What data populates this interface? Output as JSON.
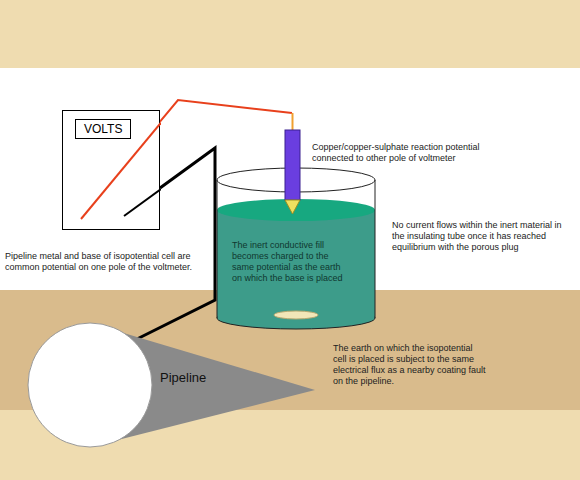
{
  "diagram": {
    "nodes": [
      {
        "text": [
          "VOLTS"
        ]
      },
      {
        "text": [
          "The inert conductive fill becomes charged to the same potential as the earth on which the base is placed"
        ]
      },
      {
        "text": [
          "Pipeline"
        ]
      }
    ],
    "edges": [
      {
        "from": 0,
        "to": 2,
        "arrow": "none"
      }
    ],
    "labels": [
      "Copper/copper-sulphate reaction potential connected to other pole of voltmeter",
      "No current flows within the inert material in the insulating tube once it has reached equilibrium with the porous plug",
      "Pipeline metal and base of isopotential cell are common potential on one pole of the voltmeter.",
      "The earth on which the isopotential cell is placed is subject to the same electrical flux as a nearby coating fault on the pipeline."
    ]
  }
}
